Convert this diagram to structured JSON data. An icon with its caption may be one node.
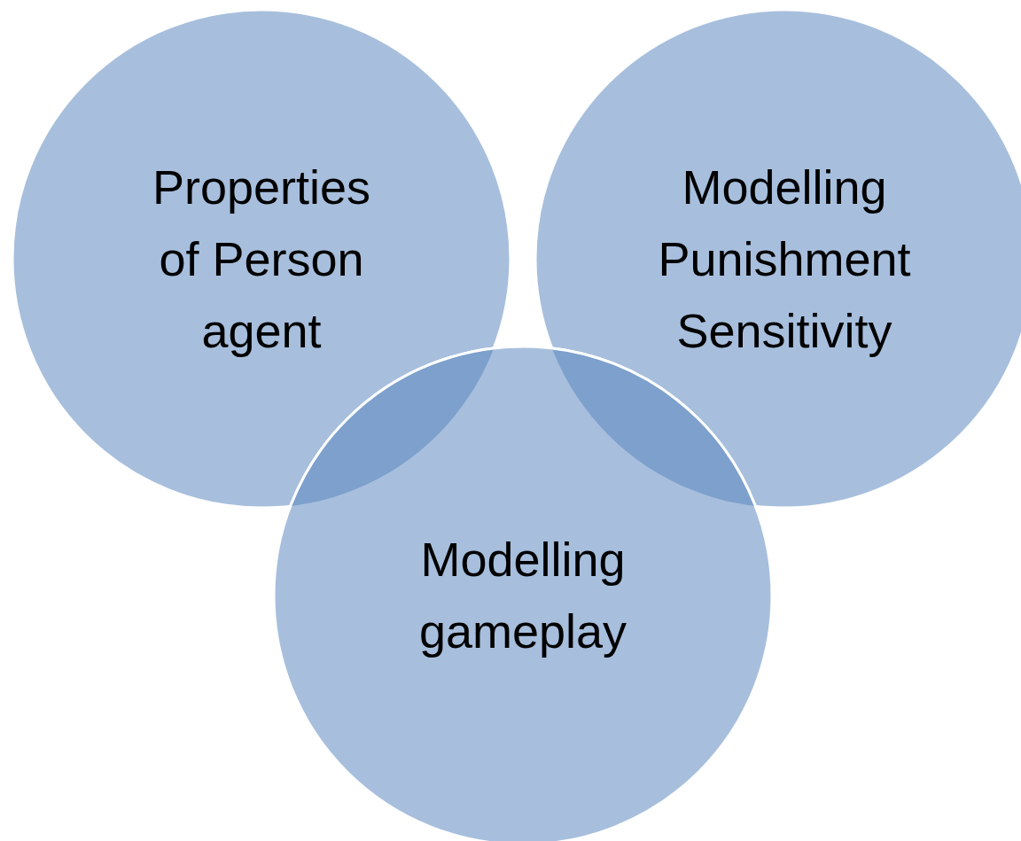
{
  "diagram": {
    "nodes": [
      {
        "text": [
          "Properties of Person agent"
        ]
      },
      {
        "text": [
          "Modelling Punishment Sensitivity"
        ]
      },
      {
        "text": [
          "Modelling gameplay"
        ]
      }
    ]
  }
}
